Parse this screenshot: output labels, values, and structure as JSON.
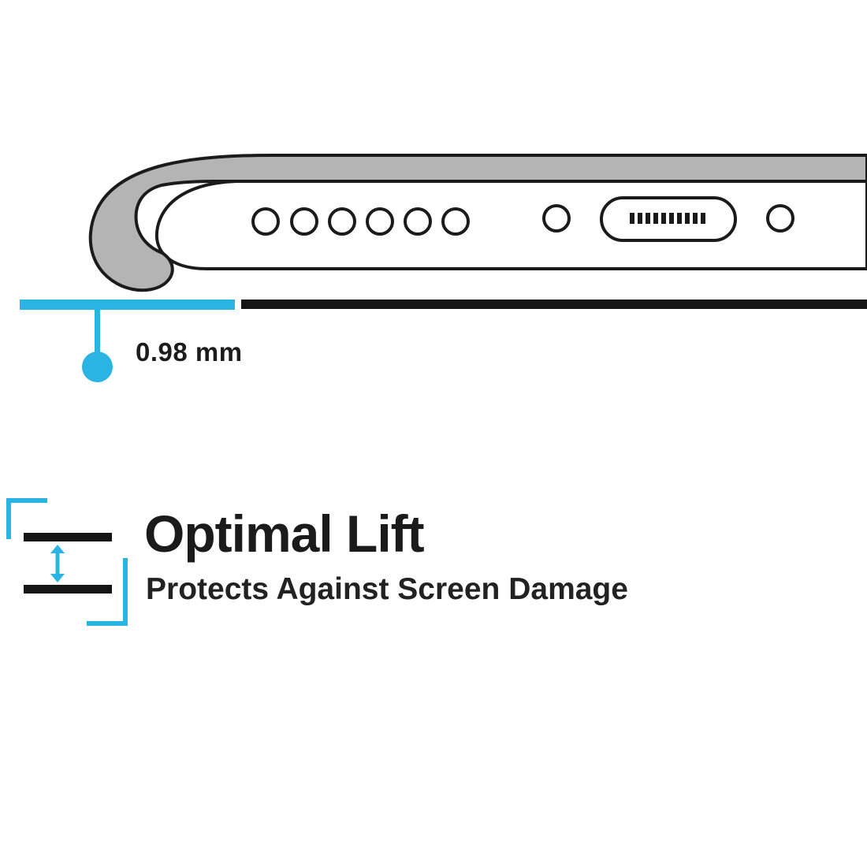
{
  "colors": {
    "accent_cyan": "#2ab4e4",
    "ink_black": "#1b1b1b",
    "case_gray": "#b4b4b4"
  },
  "illustration": {
    "name": "phone-bottom-edge-in-case",
    "elements": [
      "case-lip",
      "speaker-holes",
      "screw-left",
      "charging-port",
      "screw-right"
    ]
  },
  "measurement": {
    "label": "0.98 mm"
  },
  "feature": {
    "title": "Optimal Lift",
    "subtitle": "Protects Against Screen Damage"
  }
}
